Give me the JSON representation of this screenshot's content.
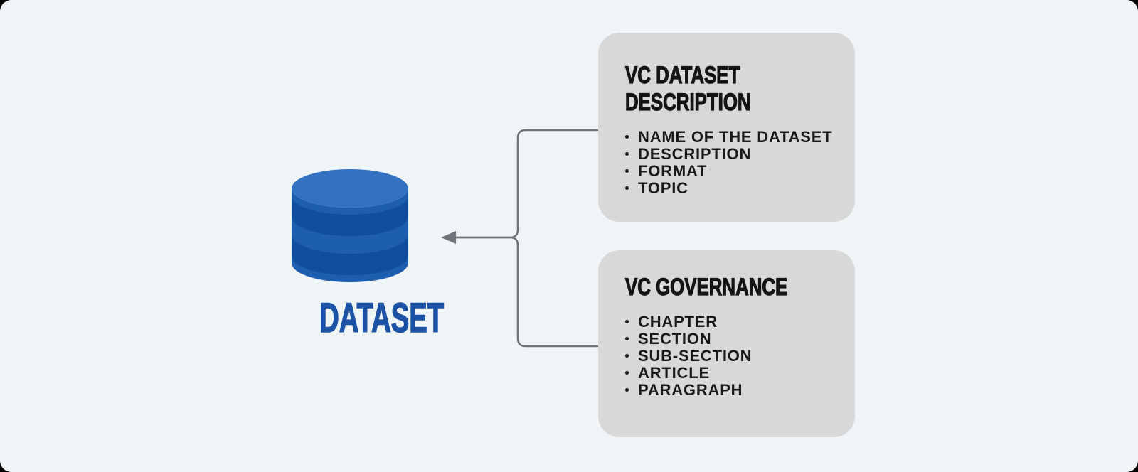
{
  "colors": {
    "outer": "#000000",
    "canvas": "#eff4f7",
    "card": "#d8d8d8",
    "line": "#6d7379",
    "heading": "#141414",
    "bullet": "#1a1a1a",
    "blue": "#1b52a6",
    "cyl_top": "#3371c2",
    "cyl_body": "#1e5eae",
    "cyl_band": "#114f9e"
  },
  "dataset": {
    "label": "DATASET",
    "icon": "database-cylinder-icon"
  },
  "connector": {
    "arrow_direction": "left"
  },
  "cards": [
    {
      "title": "VC DATASET DESCRIPTION",
      "items": [
        "NAME OF THE DATASET",
        "DESCRIPTION",
        "FORMAT",
        "TOPIC"
      ]
    },
    {
      "title": "VC GOVERNANCE",
      "items": [
        "CHAPTER",
        "SECTION",
        "SUB-SECTION",
        "ARTICLE",
        "PARAGRAPH"
      ]
    }
  ]
}
